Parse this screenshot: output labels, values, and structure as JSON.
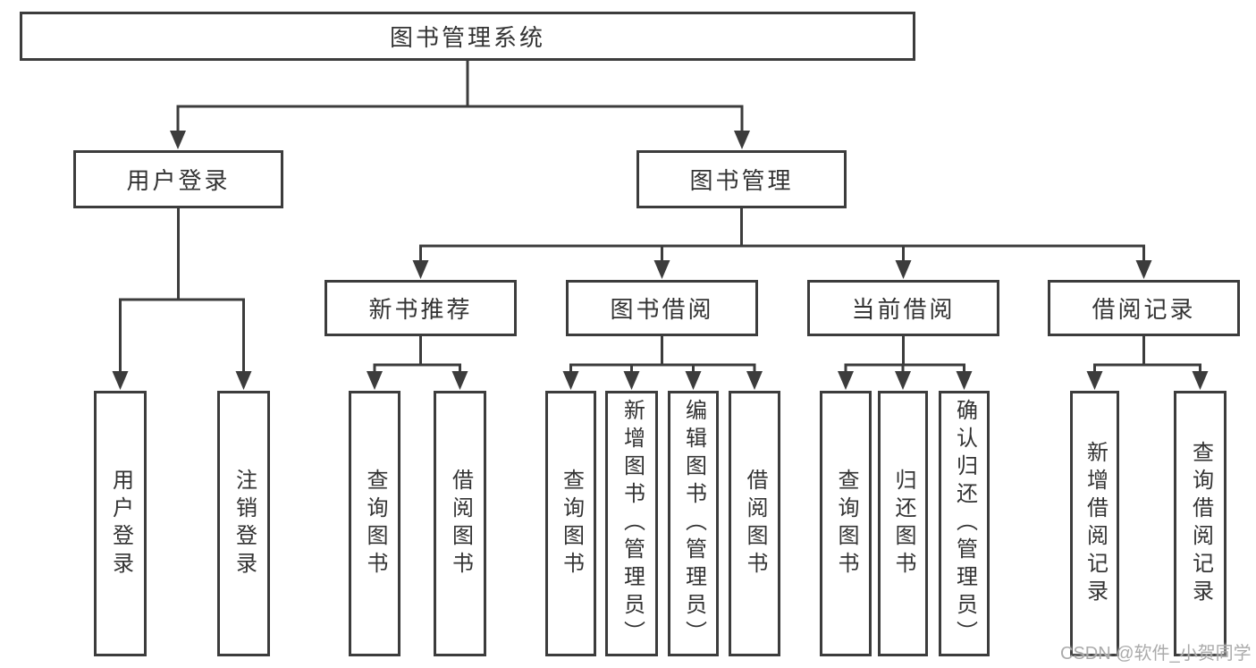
{
  "diagram": {
    "type": "tree",
    "root": {
      "label": "图书管理系统"
    },
    "level2": [
      {
        "label": "用户登录"
      },
      {
        "label": "图书管理"
      }
    ],
    "level3": [
      {
        "label": "新书推荐",
        "parent": "图书管理"
      },
      {
        "label": "图书借阅",
        "parent": "图书管理"
      },
      {
        "label": "当前借阅",
        "parent": "图书管理"
      },
      {
        "label": "借阅记录",
        "parent": "图书管理"
      }
    ],
    "leaves": [
      {
        "label": "用户登录",
        "parent": "用户登录"
      },
      {
        "label": "注销登录",
        "parent": "用户登录"
      },
      {
        "label": "查询图书",
        "parent": "新书推荐"
      },
      {
        "label": "借阅图书",
        "parent": "新书推荐"
      },
      {
        "label": "查询图书",
        "parent": "图书借阅"
      },
      {
        "label": "新增图书（管理员）",
        "parent": "图书借阅"
      },
      {
        "label": "编辑图书（管理员）",
        "parent": "图书借阅"
      },
      {
        "label": "借阅图书",
        "parent": "图书借阅"
      },
      {
        "label": "查询图书",
        "parent": "当前借阅"
      },
      {
        "label": "归还图书",
        "parent": "当前借阅"
      },
      {
        "label": "确认归还（管理员）",
        "parent": "当前借阅"
      },
      {
        "label": "新增借阅记录",
        "parent": "借阅记录"
      },
      {
        "label": "查询借阅记录",
        "parent": "借阅记录"
      }
    ]
  },
  "watermark": {
    "text": "CSDN @软件_小贺同学"
  },
  "colors": {
    "line": "#3c3c3c",
    "box_border": "#3c3c3c",
    "text": "#333333",
    "background": "#ffffff",
    "watermark": "#ababab"
  }
}
